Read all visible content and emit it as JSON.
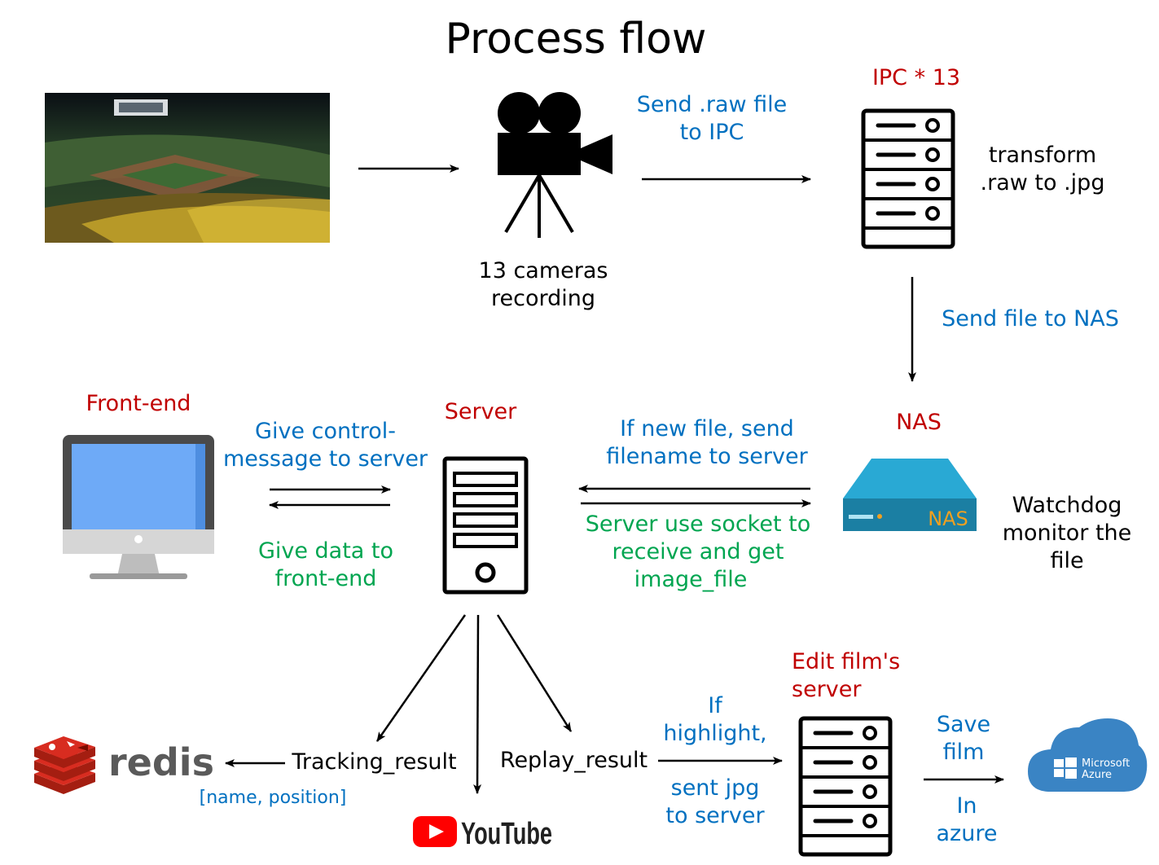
{
  "title": "Process flow",
  "colors": {
    "title_nodes": "#c00000",
    "message": "#0070c0",
    "response": "#00a550",
    "text": "#000000"
  },
  "nodes": {
    "stadium": {
      "label": "",
      "icon": "baseball-stadium-photo"
    },
    "cameras": {
      "line1": "13 cameras",
      "line2": "recording",
      "icon": "movie-camera-icon"
    },
    "ipc": {
      "title": "IPC * 13",
      "line1": "transform",
      "line2": ".raw to .jpg",
      "icon": "server-rack-icon"
    },
    "nas": {
      "title": "NAS",
      "badge": "NAS",
      "line1": "Watchdog",
      "line2": "monitor the",
      "line3": "file",
      "icon": "nas-device-icon"
    },
    "server": {
      "title": "Server",
      "icon": "tower-server-icon"
    },
    "frontend": {
      "title": "Front-end",
      "icon": "monitor-icon"
    },
    "redis": {
      "word": "redis",
      "sub": "[name, position]",
      "icon": "redis-logo"
    },
    "youtube": {
      "word": "YouTube",
      "icon": "youtube-logo"
    },
    "edit_server": {
      "title_line1": "Edit film's",
      "title_line2": "server",
      "icon": "server-rack-icon"
    },
    "azure": {
      "line1": "Microsoft",
      "line2": "Azure",
      "icon": "azure-cloud-logo"
    }
  },
  "edges": {
    "send_raw": {
      "line1": "Send .raw file",
      "line2": "to IPC"
    },
    "send_nas": {
      "text": "Send file to NAS"
    },
    "new_file": {
      "line1": "If new file, send",
      "line2": "filename to server"
    },
    "socket": {
      "line1": "Server use socket to",
      "line2": "receive and get",
      "line3": "image_file"
    },
    "control": {
      "line1": "Give control-",
      "line2": "message to server"
    },
    "give_data": {
      "line1": "Give data to",
      "line2": "front-end"
    },
    "tracking": {
      "text": "Tracking_result"
    },
    "replay": {
      "text": "Replay_result"
    },
    "highlight": {
      "line1": "If",
      "line2": "highlight,"
    },
    "sent_jpg": {
      "line1": "sent jpg",
      "line2": "to server"
    },
    "save_film": {
      "line1": "Save",
      "line2": "film"
    },
    "in_azure": {
      "line1": "In",
      "line2": "azure"
    }
  }
}
